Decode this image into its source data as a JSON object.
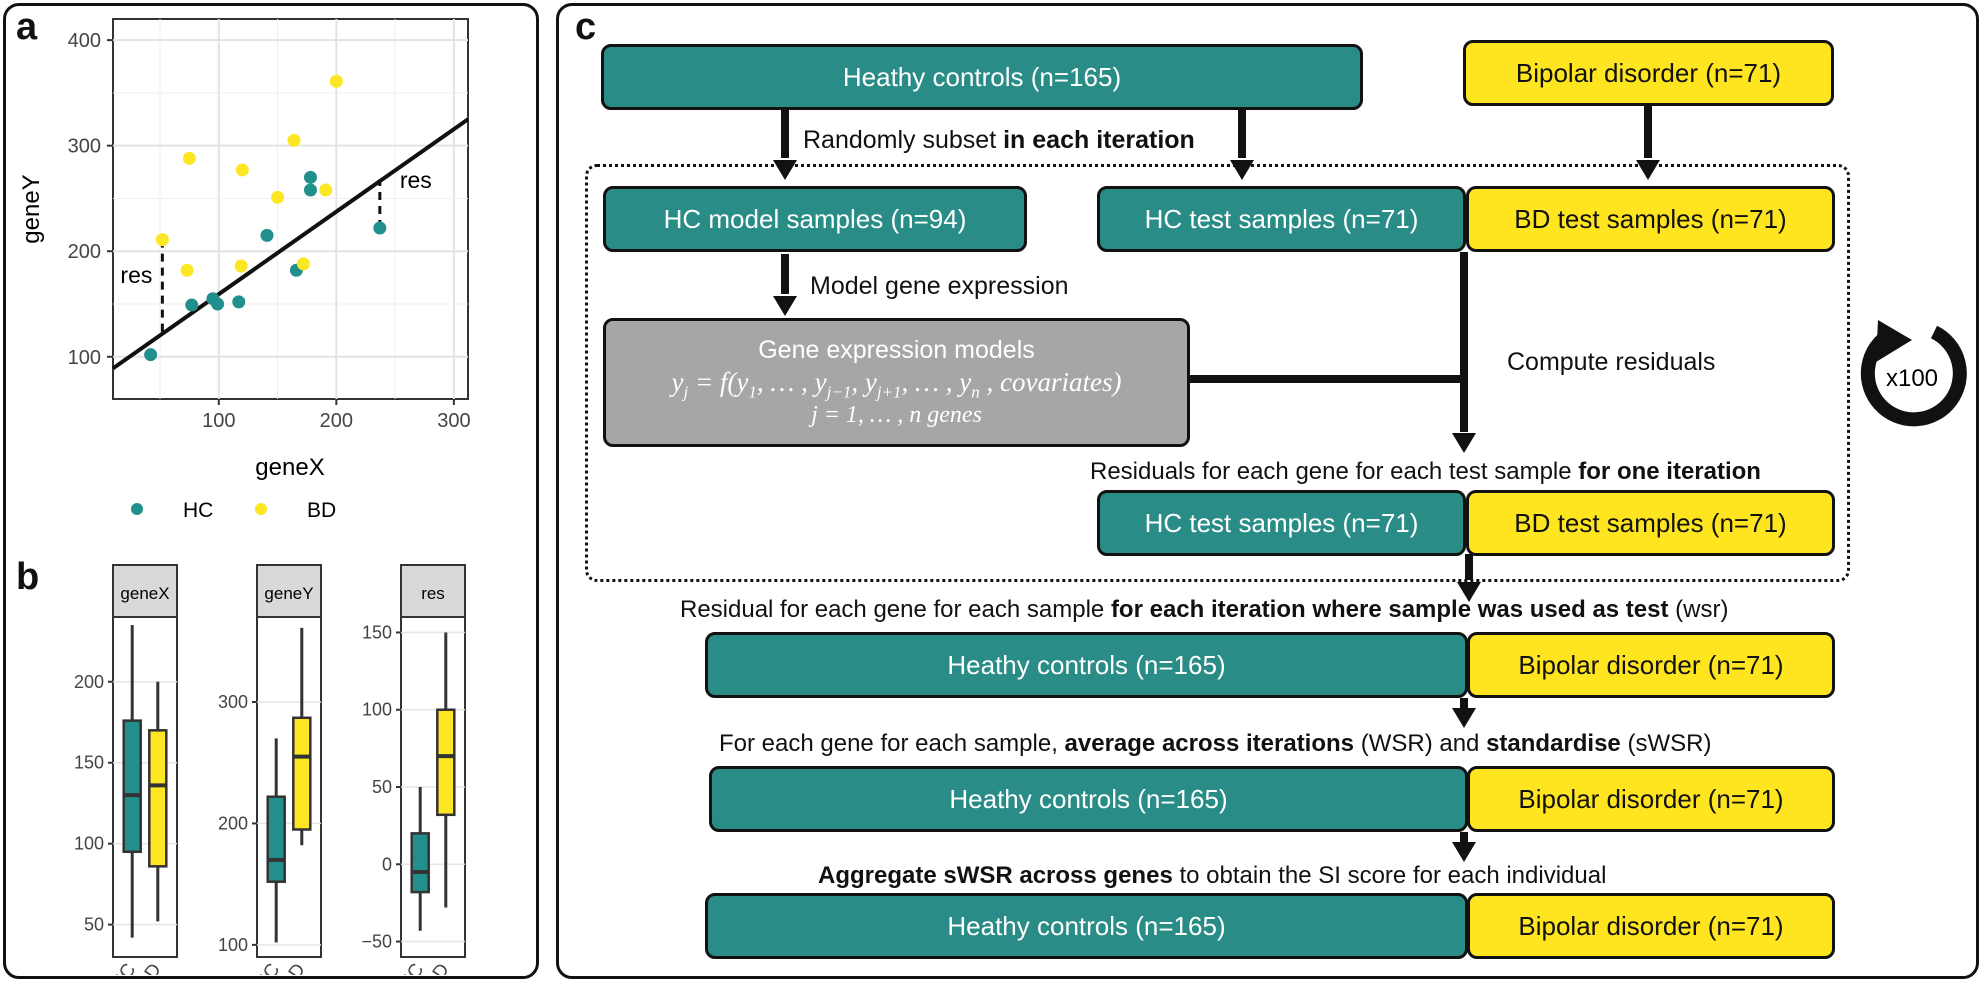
{
  "panel_a": {
    "label": "a",
    "chart_data": {
      "type": "scatter",
      "xlabel": "geneX",
      "ylabel": "geneY",
      "xlim": [
        10,
        312
      ],
      "ylim": [
        60,
        420
      ],
      "xticks": [
        "100",
        "200",
        "300"
      ],
      "yticks": [
        "100",
        "200",
        "300",
        "400"
      ],
      "grid": true,
      "legend_position": "bottom",
      "series": [
        {
          "name": "HC",
          "color": "#21908c",
          "x": [
            42,
            77,
            95,
            99,
            117,
            141,
            166,
            178,
            178,
            237
          ],
          "y": [
            102,
            149,
            155,
            150,
            152,
            215,
            182,
            270,
            258,
            222
          ]
        },
        {
          "name": "BD",
          "color": "#fde725",
          "x": [
            52,
            73,
            75,
            119,
            120,
            150,
            164,
            172,
            191,
            200
          ],
          "y": [
            211,
            182,
            288,
            186,
            277,
            251,
            305,
            188,
            258,
            361
          ]
        }
      ],
      "line": {
        "x": [
          10,
          312
        ],
        "y": [
          89,
          325
        ]
      },
      "annotations": [
        "res",
        "res"
      ]
    },
    "legend": {
      "hc": "HC",
      "bd": "BD"
    }
  },
  "panel_b": {
    "label": "b",
    "chart_data": [
      {
        "type": "box",
        "title": "geneX",
        "categories": [
          "HC",
          "BD"
        ],
        "yticks": [
          "50",
          "100",
          "150",
          "200"
        ],
        "stats": [
          {
            "min": 42,
            "q1": 95,
            "median": 130,
            "q3": 176,
            "max": 235
          },
          {
            "min": 52,
            "q1": 86,
            "median": 136,
            "q3": 170,
            "max": 200
          }
        ]
      },
      {
        "type": "box",
        "title": "geneY",
        "categories": [
          "HC",
          "BD"
        ],
        "yticks": [
          "100",
          "200",
          "300"
        ],
        "stats": [
          {
            "min": 102,
            "q1": 152,
            "median": 170,
            "q3": 222,
            "max": 270
          },
          {
            "min": 182,
            "q1": 195,
            "median": 255,
            "q3": 287,
            "max": 361
          }
        ]
      },
      {
        "type": "box",
        "title": "res",
        "categories": [
          "HC",
          "BD"
        ],
        "yticks": [
          "150",
          "100",
          "50",
          "0",
          "−50"
        ],
        "stats": [
          {
            "min": -43,
            "q1": -18,
            "median": -5,
            "q3": 20,
            "max": 50
          },
          {
            "min": -28,
            "q1": 32,
            "median": 70,
            "q3": 100,
            "max": 150
          }
        ]
      }
    ]
  },
  "panel_c": {
    "label": "c",
    "hc_top": "Heathy controls (n=165)",
    "bd_top": "Bipolar disorder (n=71)",
    "subset_text": "Randomly subset",
    "subset_bold": "in each iteration",
    "hc_model": "HC model samples (n=94)",
    "hc_test": "HC test samples (n=71)",
    "bd_test": "BD test samples (n=71)",
    "model_text": "Model gene expression",
    "gem_title": "Gene expression models",
    "gem_eq1": "y",
    "gem_eq2": "j = 1, … , n genes",
    "compute": "Compute residuals",
    "loop": "x100",
    "resid_text": "Residuals for each gene for each test sample",
    "resid_bold": "for one iteration",
    "hc_test2": "HC test samples (n=71)",
    "bd_test2": "BD test samples (n=71)",
    "wsr_text1": "Residual for each gene for each sample",
    "wsr_bold": "for each iteration where sample was used as test",
    "wsr_text2": "(wsr)",
    "hc_row1": "Heathy controls (n=165)",
    "bd_row1": "Bipolar disorder (n=71)",
    "avg_text1": "For each gene for each sample,",
    "avg_bold1": "average across iterations",
    "avg_text2": "(WSR) and",
    "avg_bold2": "standardise",
    "avg_text3": "(sWSR)",
    "hc_row2": "Heathy controls (n=165)",
    "bd_row2": "Bipolar disorder (n=71)",
    "agg_bold": "Aggregate sWSR across genes",
    "agg_text": "to obtain the SI score for each individual",
    "hc_row3": "Heathy controls (n=165)",
    "bd_row3": "Bipolar disorder (n=71)"
  }
}
